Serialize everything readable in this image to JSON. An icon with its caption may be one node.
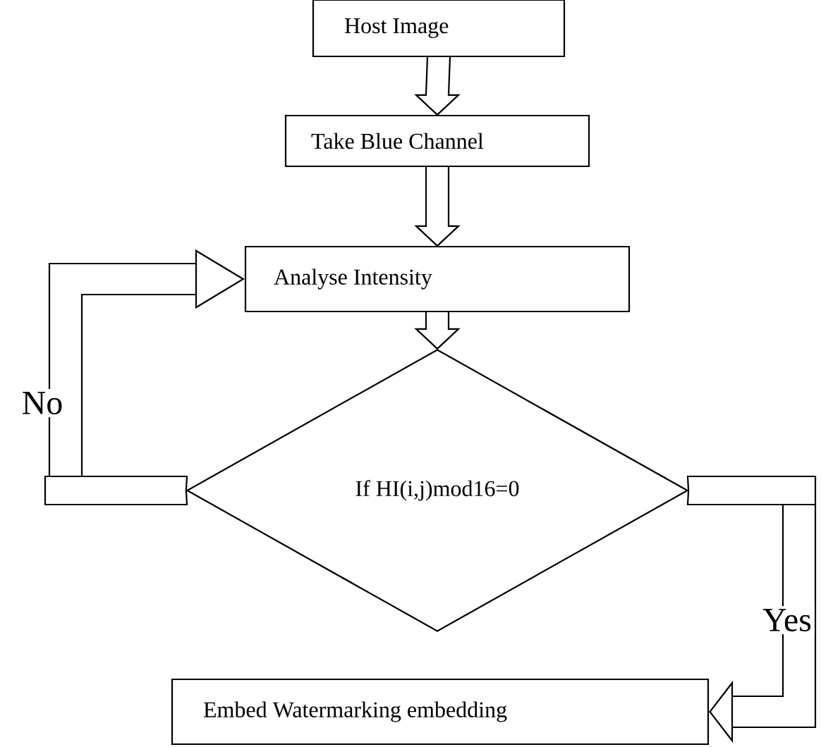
{
  "diagram": {
    "nodes": [
      {
        "text": [
          "Host Image"
        ]
      },
      {
        "text": [
          "Take Blue Channel"
        ]
      },
      {
        "text": [
          "Analyse Intensity"
        ]
      },
      {
        "text": [
          "If HI(i,j)mod16=0"
        ]
      },
      {
        "text": [
          "Embed Watermarking embedding"
        ]
      }
    ],
    "edges": [
      {
        "from": 0,
        "to": 1,
        "arrow": "to"
      },
      {
        "from": 1,
        "to": 2,
        "arrow": "to"
      },
      {
        "from": 2,
        "to": 3,
        "arrow": "to"
      },
      {
        "from": 3,
        "to": 2,
        "arrow": "to",
        "label": "No"
      },
      {
        "from": 3,
        "to": 4,
        "arrow": "to",
        "label": "Yes"
      }
    ]
  }
}
